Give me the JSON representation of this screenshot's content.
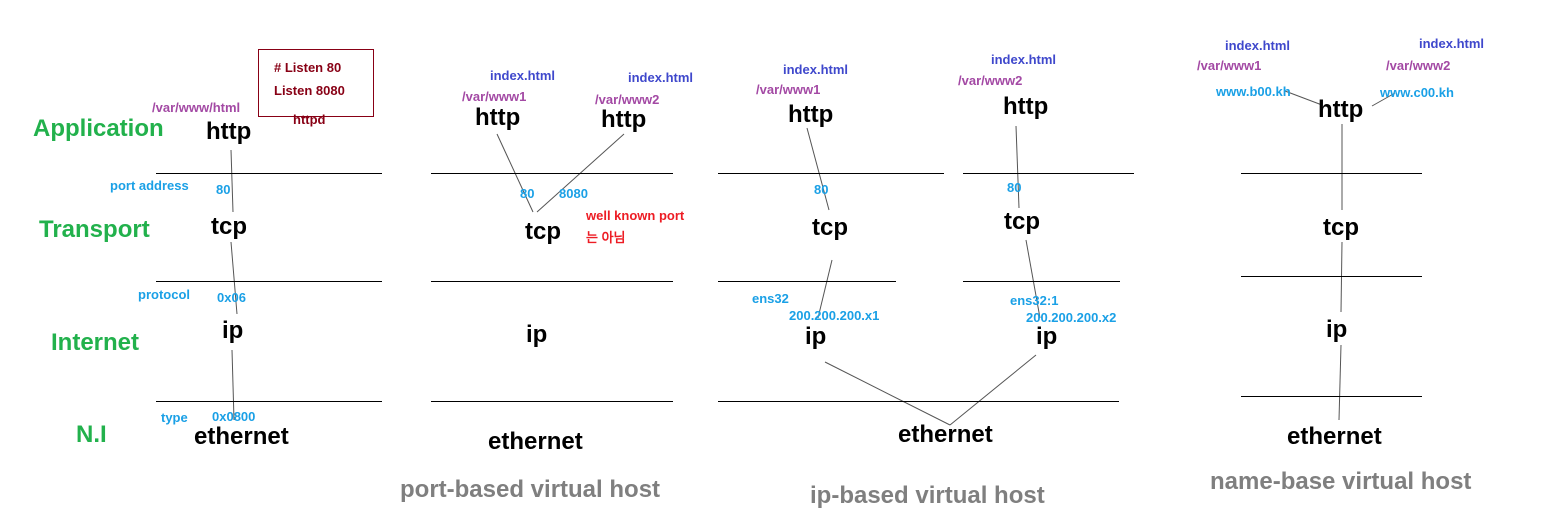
{
  "layers": [
    "Application",
    "Transport",
    "Internet",
    "N.I"
  ],
  "protocols": {
    "http": "http",
    "tcp": "tcp",
    "ip": "ip",
    "ethernet": "ethernet"
  },
  "panel1": {
    "doc_root": "/var/www/html",
    "config_lines": [
      "# Listen 80",
      "Listen 8080"
    ],
    "daemon": "httpd",
    "port_address_label": "port address",
    "port": "80",
    "protocol_label": "protocol",
    "protocol_value": "0x06",
    "type_label": "type",
    "type_value": "0x0800"
  },
  "panel2": {
    "left_file": "index.html",
    "left_root": "/var/www1",
    "right_file": "index.html",
    "right_root": "/var/www2",
    "port_left": "80",
    "port_right": "8080",
    "note_line1": "well known port",
    "note_line2": "는 아님",
    "caption": "port-based virtual host"
  },
  "panel3": {
    "left_file": "index.html",
    "left_root": "/var/www1",
    "right_file": "index.html",
    "right_root": "/var/www2",
    "left_port": "80",
    "right_port": "80",
    "left_if": "ens32",
    "left_ip": "200.200.200.x1",
    "right_if": "ens32:1",
    "right_ip": "200.200.200.x2",
    "caption": "ip-based virtual host"
  },
  "panel4": {
    "left_file": "index.html",
    "left_root": "/var/www1",
    "left_host": "www.b00.kh",
    "right_file": "index.html",
    "right_root": "/var/www2",
    "right_host": "www.c00.kh",
    "caption": "name-base virtual host"
  },
  "colors": {
    "layer": "#22b14c",
    "blue": "#1aa0e6",
    "navy": "#3f48cc",
    "purple": "#a349a4",
    "red": "#ed1c24",
    "config": "#880015",
    "caption": "#7f7f7f"
  }
}
